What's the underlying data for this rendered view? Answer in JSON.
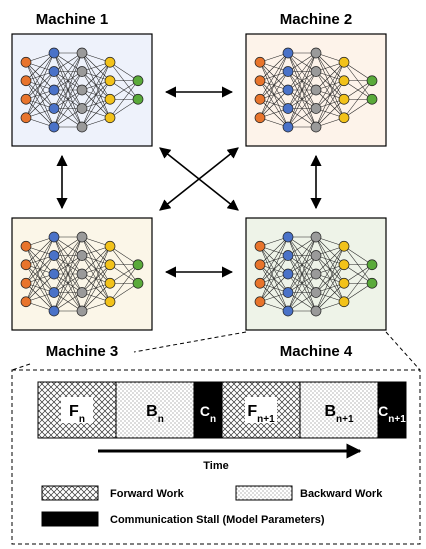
{
  "machines": [
    {
      "label": "Machine 1",
      "panel_color": "#eef2fb"
    },
    {
      "label": "Machine 2",
      "panel_color": "#fdf3ea"
    },
    {
      "label": "Machine 3",
      "panel_color": "#fbf6e8"
    },
    {
      "label": "Machine 4",
      "panel_color": "#eef3e8"
    }
  ],
  "network": {
    "layers": [
      4,
      5,
      5,
      4,
      2
    ],
    "layer_colors": [
      "#e8742c",
      "#4a72c8",
      "#9a9a9a",
      "#f2c21a",
      "#5aaa3a"
    ]
  },
  "timeline": {
    "segments": [
      {
        "kind": "forward",
        "base": "F",
        "sub": "n"
      },
      {
        "kind": "backward",
        "base": "B",
        "sub": "n"
      },
      {
        "kind": "comm",
        "base": "C",
        "sub": "n"
      },
      {
        "kind": "forward",
        "base": "F",
        "sub": "n+1"
      },
      {
        "kind": "backward",
        "base": "B",
        "sub": "n+1"
      },
      {
        "kind": "comm",
        "base": "C",
        "sub": "n+1"
      }
    ],
    "time_label": "Time"
  },
  "legend": {
    "forward": "Forward Work",
    "backward": "Backward Work",
    "comm": "Communication Stall (Model Parameters)"
  }
}
